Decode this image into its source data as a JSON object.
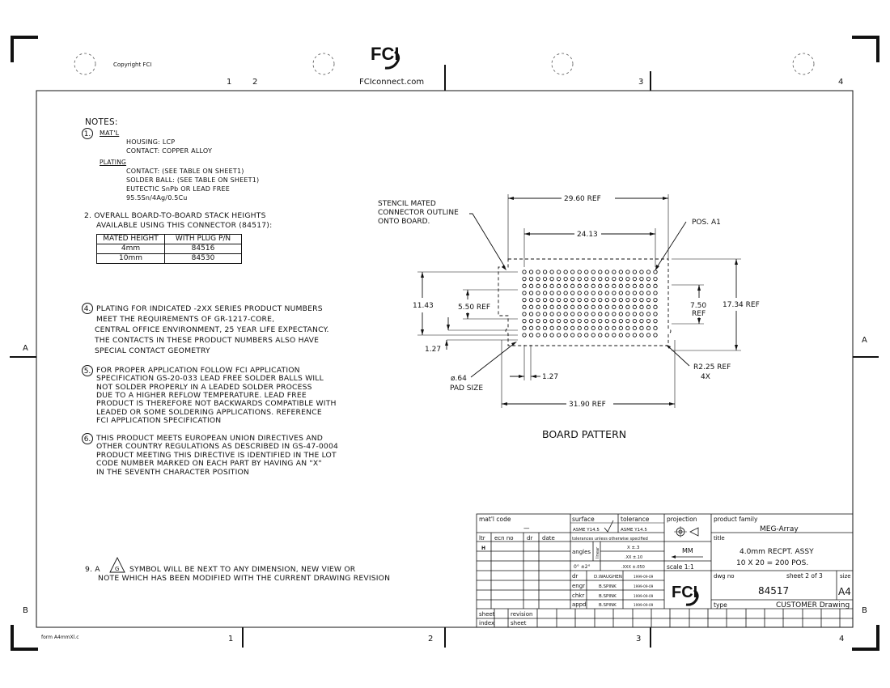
{
  "header": {
    "copyright": "Copyright FCI",
    "brand_logo": "FCI",
    "website": "FCIconnect.com",
    "form_id": "form A4mmXl.c"
  },
  "zones": {
    "top": [
      "1",
      "2",
      "3",
      "4"
    ],
    "bottom": [
      "1",
      "2",
      "3",
      "4"
    ],
    "left": [
      "A",
      "B"
    ],
    "right": [
      "A",
      "B"
    ]
  },
  "notes": {
    "heading": "NOTES:",
    "n1_num": "1.",
    "n1_title": "MAT'L",
    "n1_lines": [
      "HOUSING: LCP",
      "CONTACT: COPPER ALLOY"
    ],
    "plating_title": "PLATING",
    "plating_lines": [
      "CONTACT: (SEE TABLE ON SHEET1)",
      "SOLDER BALL: (SEE TABLE ON SHEET1)",
      "EUTECTIC SnPb OR LEAD FREE",
      "95.5Sn/4Ag/0.5Cu"
    ],
    "n2_lines": [
      "2. OVERALL BOARD-TO-BOARD STACK HEIGHTS",
      "AVAILABLE USING THIS CONNECTOR (84517):"
    ],
    "stack_table": {
      "headers": [
        "MATED HEIGHT",
        "WITH PLUG P/N"
      ],
      "rows": [
        [
          "4mm",
          "84516"
        ],
        [
          "10mm",
          "84530"
        ]
      ]
    },
    "n4_num": "4.",
    "n4_lines": [
      "PLATING FOR INDICATED -2XX SERIES PRODUCT NUMBERS",
      "MEET THE REQUIREMENTS OF GR-1217-CORE,",
      "CENTRAL OFFICE ENVIRONMENT, 25 YEAR LIFE EXPECTANCY.",
      "THE CONTACTS IN THESE PRODUCT NUMBERS ALSO HAVE",
      "SPECIAL CONTACT GEOMETRY"
    ],
    "n5_num": "5.",
    "n5_lines": [
      "FOR PROPER APPLICATION FOLLOW FCI APPLICATION",
      "SPECIFICATION GS-20-033 LEAD FREE SOLDER BALLS WILL",
      "NOT SOLDER PROPERLY IN A LEADED SOLDER PROCESS",
      "DUE TO A HIGHER REFLOW TEMPERATURE. LEAD FREE",
      "PRODUCT IS THEREFORE NOT BACKWARDS COMPATIBLE WITH",
      "LEADED   OR SOME SOLDERING APPLICATIONS. REFERENCE",
      "FCI APPLICATION SPECIFICATION"
    ],
    "n6_num": "6.",
    "n6_lines": [
      "THIS PRODUCT MEETS EUROPEAN UNION DIRECTIVES AND",
      "OTHER COUNTRY REGULATIONS AS DESCRIBED IN GS-47-0004",
      "PRODUCT MEETING THIS DIRECTIVE IS IDENTIFIED IN THE LOT",
      "CODE NUMBER MARKED ON EACH PART BY HAVING AN \"X\"",
      "IN THE SEVENTH CHARACTER POSITION"
    ],
    "n9_prefix": "9. A",
    "n9_symbol": "G",
    "n9_line1": "SYMBOL WILL BE NEXT TO ANY DIMENSION, NEW VIEW OR",
    "n9_line2": "NOTE WHICH HAS BEEN MODIFIED WITH THE CURRENT DRAWING REVISION"
  },
  "board_pattern": {
    "title": "BOARD PATTERN",
    "stencil_note": [
      "STENCIL MATED",
      "CONNECTOR OUTLINE",
      "ONTO BOARD."
    ],
    "pos_a1": "POS. A1",
    "dim_29_60": "29.60 REF",
    "dim_24_13": "24.13",
    "dim_11_43": "11.43",
    "dim_5_50": "5.50 REF",
    "dim_1_27_left": "1.27",
    "dim_7_50": [
      "7.50",
      "REF"
    ],
    "dim_17_34": "17.34 REF",
    "dim_r2_25": [
      "R2.25 REF",
      "4X"
    ],
    "dim_1_27_bottom": "1.27",
    "pad": [
      "ø.64",
      "PAD SIZE"
    ],
    "dim_31_90": "31.90 REF",
    "pad_grid": {
      "rows": 10,
      "cols": 20
    }
  },
  "title_block": {
    "matl_code_label": "mat'l code",
    "matl_code_value": "—",
    "surface_label": "surface",
    "surface_value": "ASME Y14.5",
    "tolerance_label": "tolerance",
    "tolerance_value": "ASME Y14.5",
    "projection_label": "projection",
    "product_family_label": "product family",
    "product_family_value": "MEG-Array",
    "ltr_label": "ltr",
    "ecn_label": "ecn no",
    "dr_label": "dr",
    "date_label": "date",
    "rev_ltr": "H",
    "tol_note": "tolerances unless otherwise specified",
    "angles_label": "angles",
    "linear_label": "linear",
    "tol_x": "X ±.3",
    "tol_xx": ".XX ±.10",
    "tol_xxx": ".XXX ±.050",
    "tol_angle": "0° ±2°",
    "units": "MM",
    "scale": "scale  1:1",
    "title_label": "title",
    "title_line1": "4.0mm RECPT. ASSY",
    "title_line2": "10 X 20 = 200 POS.",
    "dr_role": "dr",
    "engr_role": "engr",
    "chkr_role": "chkr",
    "appd_role": "appd",
    "dr_name": "D.WAUGHEN",
    "engr_name": "B.SPINK",
    "chkr_name": "B.SPINK",
    "appd_name": "B.SPINK",
    "dr_date": "1999-09-09",
    "engr_date": "1999-09-09",
    "chkr_date": "1999-09-09",
    "appd_date": "1999-09-09",
    "dwg_no_label": "dwg no",
    "dwg_no": "84517",
    "sheet_label": "sheet  2  of  3",
    "size_label": "size",
    "size_value": "A4",
    "type_label": "type",
    "type_value": "CUSTOMER Drawing",
    "sheet_index": [
      "sheet",
      "index"
    ],
    "revision_sheet": [
      "revision",
      "sheet"
    ]
  }
}
